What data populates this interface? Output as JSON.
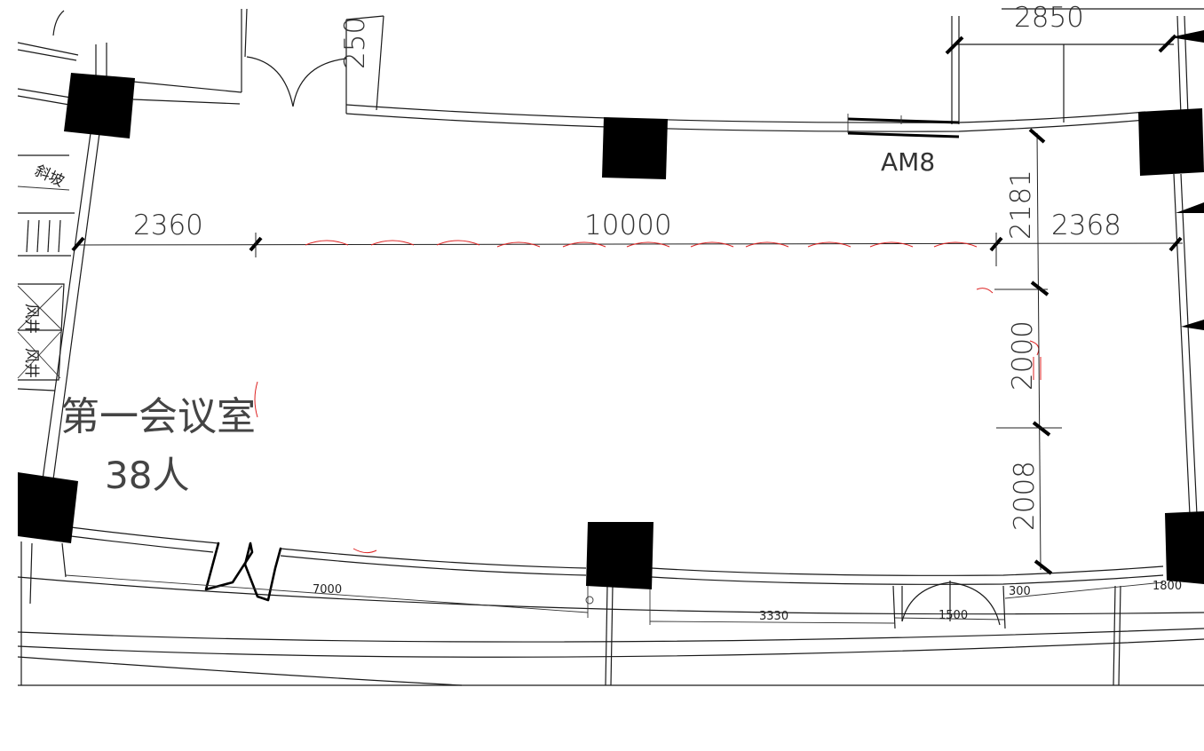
{
  "room": {
    "name": "第一会议室",
    "capacity": "38人"
  },
  "dimensions": {
    "top_left": "2360",
    "top_center": "10000",
    "top_right": "2368",
    "right_upper": "2181",
    "right_middle": "2000",
    "right_lower": "2008",
    "bottom_left": "7000",
    "bottom_center": "3330",
    "bottom_door": "1500",
    "bottom_small": "300",
    "bottom_right": "1800",
    "top_partial_left": "250",
    "top_partial_right": "2850"
  },
  "labels": {
    "window_code": "AM8",
    "ramp": "斜坡",
    "shaft_1": "风井",
    "shaft_2": "风井"
  }
}
